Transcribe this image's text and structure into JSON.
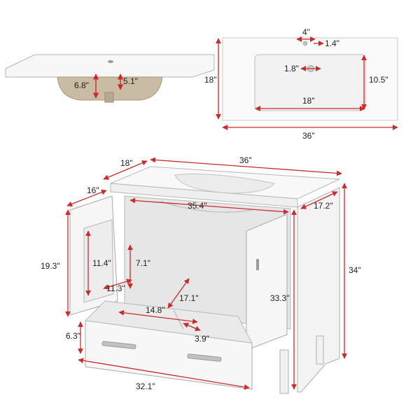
{
  "colors": {
    "dimension": "#cc2b2b",
    "outline": "#9a9a9a",
    "cabinet": "#f4f4f4",
    "basin_shadow": "#c9bba4",
    "text": "#222222"
  },
  "sink_side_view": {
    "basin_depth": "6.8\"",
    "bowl_depth": "5.1\""
  },
  "sink_top_view": {
    "faucet_hole_offset": "4\"",
    "faucet_hole_small": "1.4\"",
    "drain_hole": "1.8\"",
    "depth": "18\"",
    "basin_depth": "10.5\"",
    "basin_width": "18\"",
    "total_width": "36\""
  },
  "vanity": {
    "top_width": "36\"",
    "top_depth": "18\"",
    "cabinet_depth": "16\"",
    "inner_width": "35.4\"",
    "side_depth": "17.2\"",
    "door_height": "19.3\"",
    "shelf_height": "11.4\"",
    "shelf_gap": "7.1\"",
    "shelf_depth": "11.3\"",
    "floor_depth": "17.1\"",
    "drawer_inner_width": "14.8\"",
    "inner_height": "33.3\"",
    "total_height": "34\"",
    "drawer_height": "6.3\"",
    "drawer_divider": "3.9\"",
    "drawer_width": "32.1\""
  }
}
